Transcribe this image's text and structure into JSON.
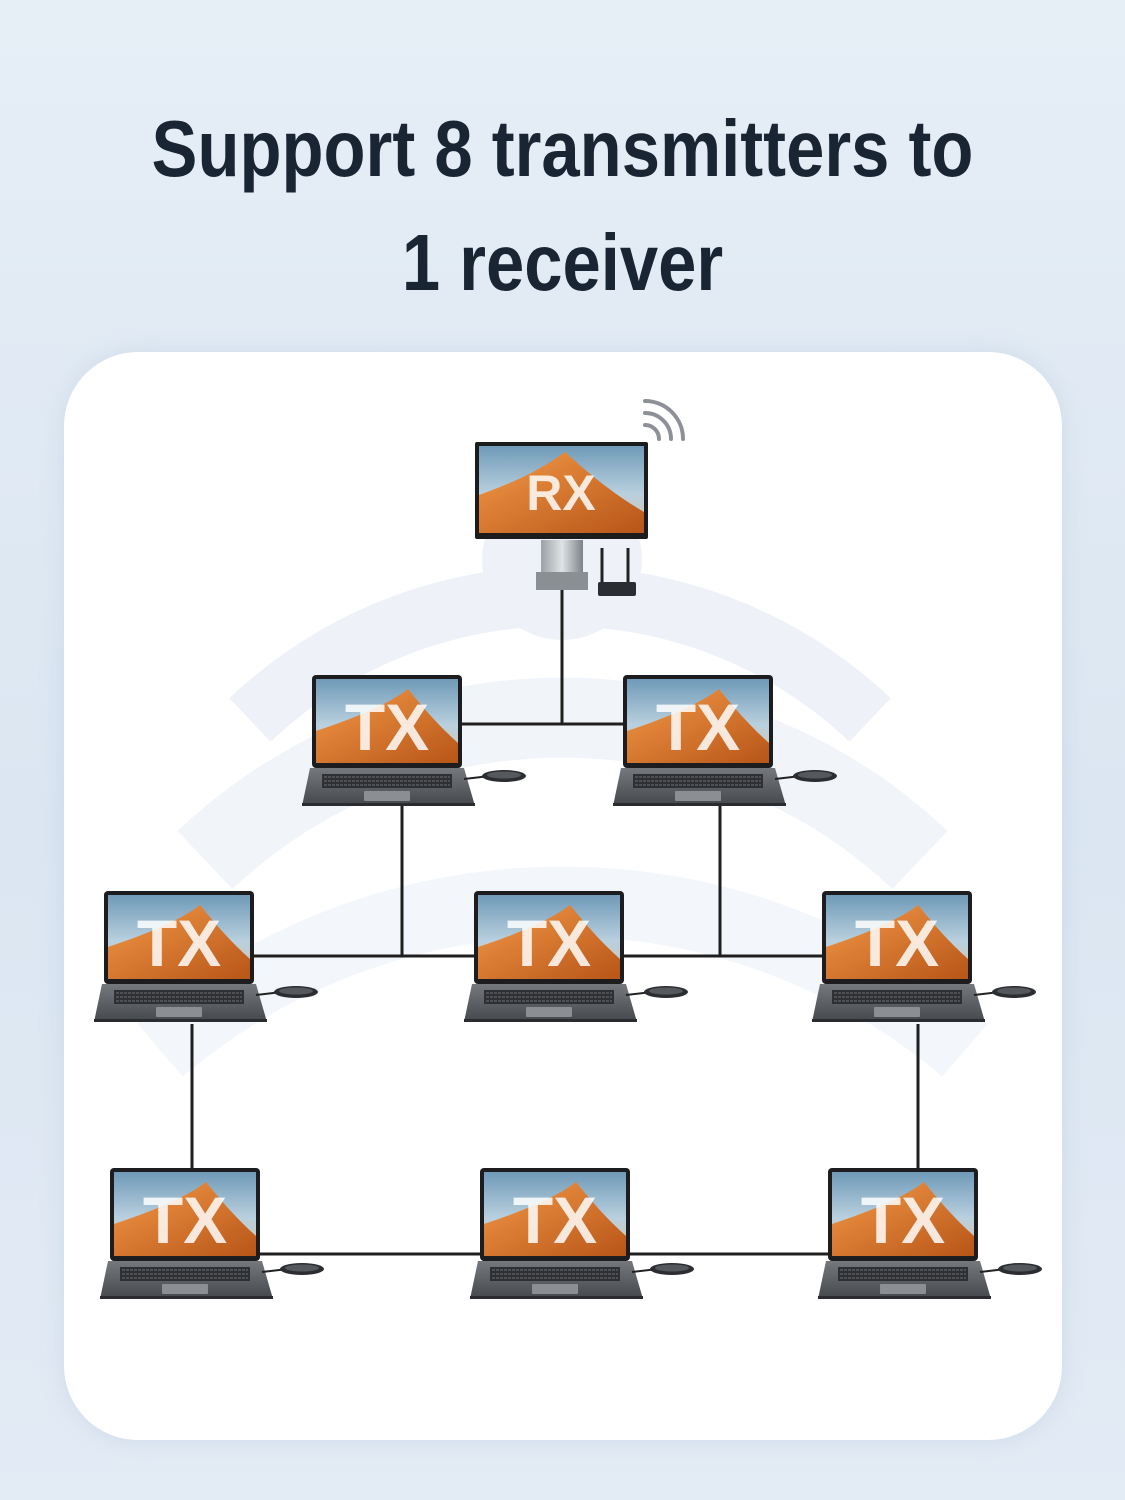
{
  "headline": {
    "line1": "Support 8 transmitters to",
    "line2": "1 receiver"
  },
  "diagram": {
    "receiver": {
      "label": "RX",
      "icon": "wifi-icon"
    },
    "transmitters": [
      {
        "label": "TX"
      },
      {
        "label": "TX"
      },
      {
        "label": "TX"
      },
      {
        "label": "TX"
      },
      {
        "label": "TX"
      },
      {
        "label": "TX"
      },
      {
        "label": "TX"
      },
      {
        "label": "TX"
      }
    ]
  },
  "colors": {
    "headline": "#1a2533",
    "card": "#ffffff",
    "background": "#dfe8f3",
    "connector": "#1f1f1f",
    "screen_sky": "#8fb4cf",
    "dune_orange": "#e07a2e",
    "laptop_body": "#5f6266"
  }
}
